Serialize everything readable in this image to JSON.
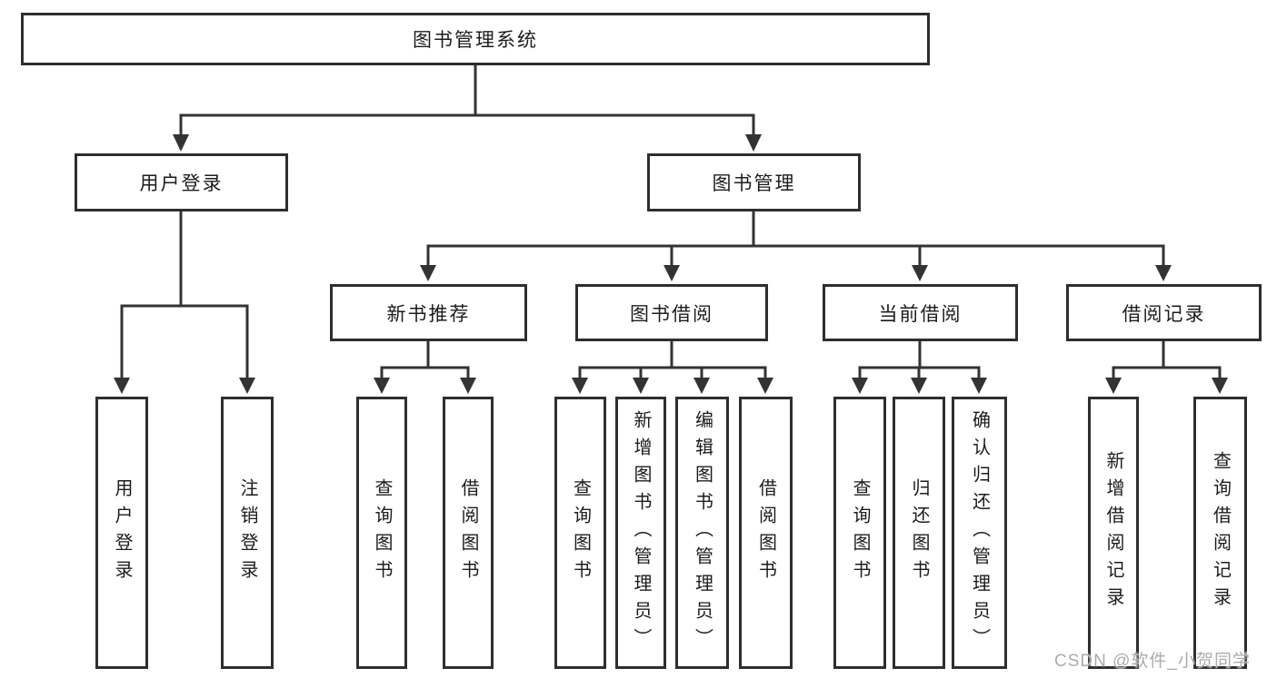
{
  "tree": {
    "label": "图书管理系统",
    "children": [
      {
        "label": "用户登录",
        "children": [
          {
            "label": "用户登录"
          },
          {
            "label": "注销登录"
          }
        ]
      },
      {
        "label": "图书管理",
        "children": [
          {
            "label": "新书推荐",
            "children": [
              {
                "label": "查询图书"
              },
              {
                "label": "借阅图书"
              }
            ]
          },
          {
            "label": "图书借阅",
            "children": [
              {
                "label": "查询图书"
              },
              {
                "label": "新增图书（管理员）"
              },
              {
                "label": "编辑图书（管理员）"
              },
              {
                "label": "借阅图书"
              }
            ]
          },
          {
            "label": "当前借阅",
            "children": [
              {
                "label": "查询图书"
              },
              {
                "label": "归还图书"
              },
              {
                "label": "确认归还（管理员）"
              }
            ]
          },
          {
            "label": "借阅记录",
            "children": [
              {
                "label": "新增借阅记录"
              },
              {
                "label": "查询借阅记录"
              }
            ]
          }
        ]
      }
    ]
  },
  "watermark": {
    "text": "CSDN @软件_小贺同学"
  },
  "colors": {
    "line": "#333333",
    "box_border": "#2e2e2e",
    "box_fill": "#ffffff",
    "text": "#1c1c1c",
    "watermark": "#acacac"
  }
}
